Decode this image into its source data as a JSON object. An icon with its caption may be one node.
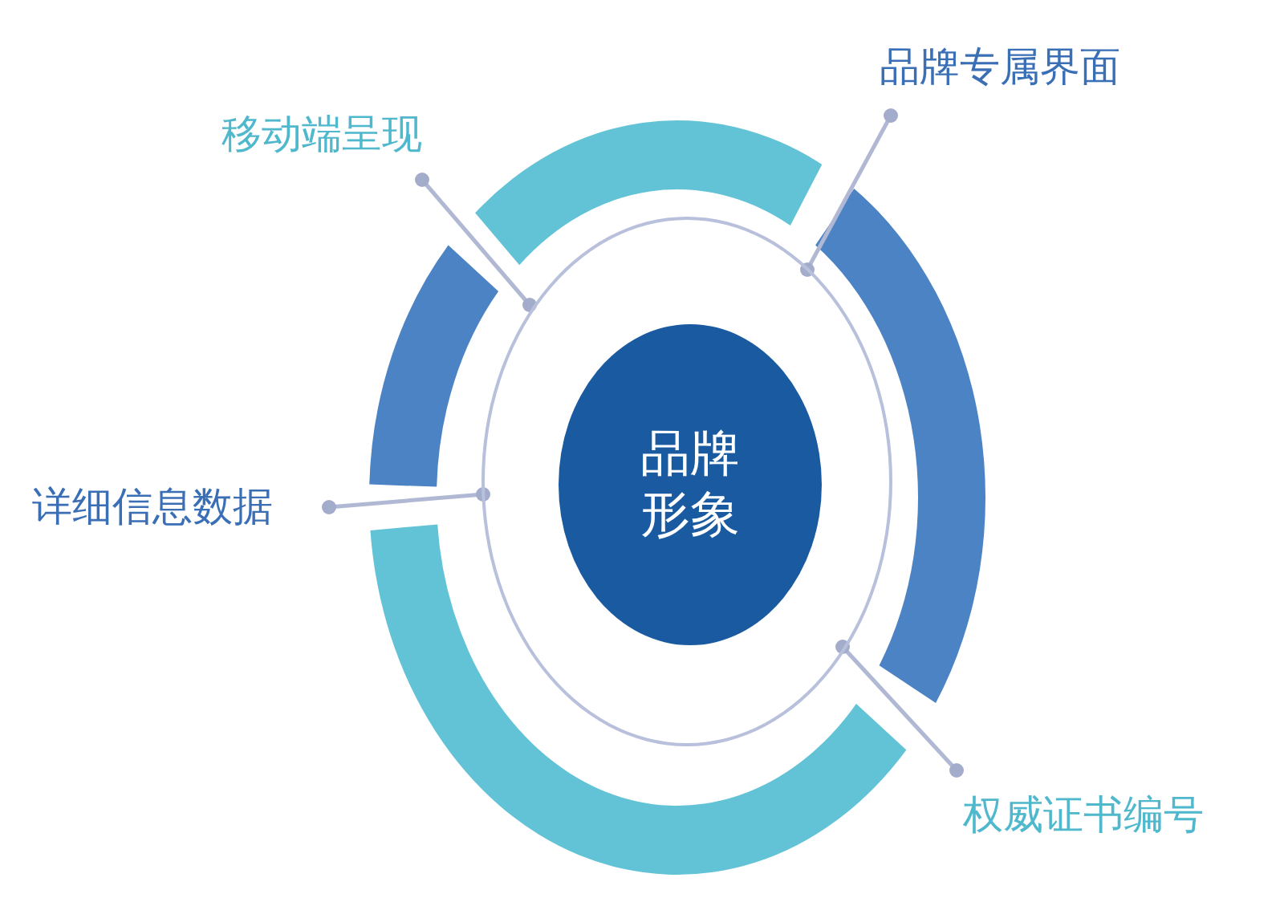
{
  "diagram": {
    "nodes": [
      {
        "text": [],
        "shape": "circle"
      },
      {
        "text": [
          "品牌形象"
        ],
        "in": 0
      },
      {
        "text": [
          "移动端呈现"
        ]
      },
      {
        "text": [
          "品牌专属界面"
        ]
      },
      {
        "text": [
          "详细信息数据"
        ]
      },
      {
        "text": [
          "权威证书编号"
        ]
      }
    ],
    "edges": [
      {
        "from": 2,
        "to": 0,
        "arrow": "other"
      },
      {
        "from": 3,
        "to": 0,
        "arrow": "other"
      },
      {
        "from": 4,
        "to": 0,
        "arrow": "other"
      },
      {
        "from": 5,
        "to": 0,
        "arrow": "other"
      }
    ]
  }
}
